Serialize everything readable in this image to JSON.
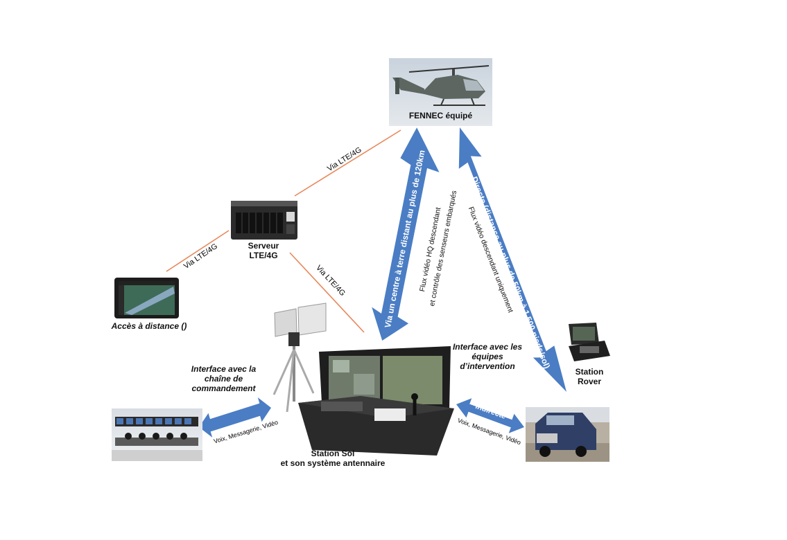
{
  "nodes": {
    "helicopter": "FENNEC équipé",
    "server_line1": "Serveur",
    "server_line2": "LTE/4G",
    "remote": "Accès à distance ()",
    "ground_line1": "Station Sol",
    "ground_line2": "et son système antennaire",
    "rover_line1": "Station",
    "rover_line2": "Rover"
  },
  "interfaces": {
    "command_line1": "Interface avec la",
    "command_line2": "chaîne de",
    "command_line3": "commandement",
    "teams_line1": "Interface avec les",
    "teams_line2": "équipes",
    "teams_line3": "d’intervention"
  },
  "links": {
    "heli_server": "Via LTE/4G",
    "server_remote": "Via LTE/4G",
    "server_ground": "Via LTE/4G",
    "ground_heli_main": "Via un centre à terre distant au plus de 120km",
    "ground_heli_sub1": "Flux vidéo HQ descendant",
    "ground_heli_sub2": "et contrôle des senseurs embarqués",
    "direct_main": "Directe (distance au plus de 50km à 1,500 pieds/sol)",
    "direct_sub": "Flux vidéo descendant uniquement",
    "indirect": "indirecte",
    "command_media": "Voix, Messagerie, Vidéo",
    "teams_media": "Voix, Messagerie, Vidéo"
  },
  "colors": {
    "arrow": "#4a7dc4",
    "link_line": "#e8875a",
    "device": "#2b2b2b"
  }
}
